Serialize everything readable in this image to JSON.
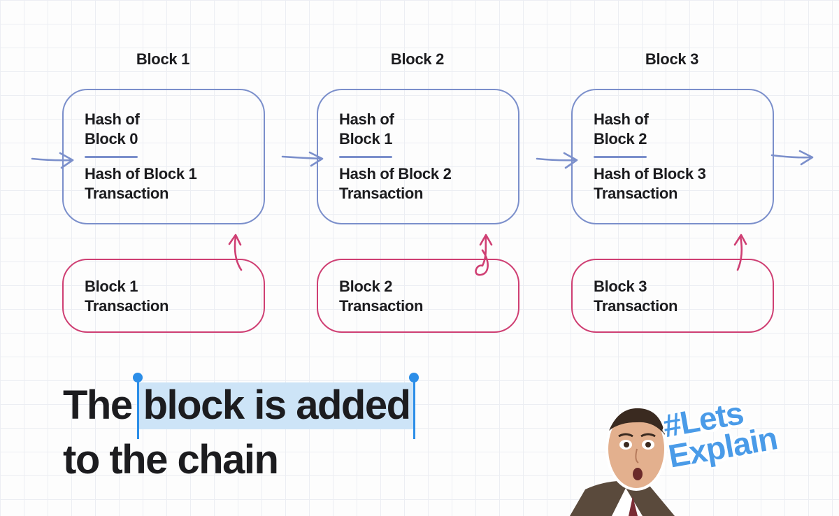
{
  "blocks": [
    {
      "title": "Block 1",
      "prev_hash": "Hash of\nBlock 0",
      "own_hash": "Hash of Block 1\nTransaction",
      "transaction": "Block 1\nTransaction"
    },
    {
      "title": "Block 2",
      "prev_hash": "Hash of\nBlock 1",
      "own_hash": "Hash of Block 2\nTransaction",
      "transaction": "Block 2\nTransaction"
    },
    {
      "title": "Block 3",
      "prev_hash": "Hash of\nBlock 2",
      "own_hash": "Hash of Block 3\nTransaction",
      "transaction": "Block 3\nTransaction"
    }
  ],
  "headline": {
    "prefix": "The",
    "highlighted": "block is added",
    "line2": "to the chain"
  },
  "badge": {
    "text": "#Lets\nExplain"
  },
  "colors": {
    "block_border": "#7b8fcb",
    "transaction_border": "#cf3f73",
    "highlight": "#cde4f7",
    "caret": "#2c8ee8",
    "badge": "#4a9be8"
  },
  "icons": {
    "chain_arrow": "arrow-right-icon",
    "merge_arrow": "arrow-up-icon",
    "mascot": "surprised-face-illustration"
  }
}
